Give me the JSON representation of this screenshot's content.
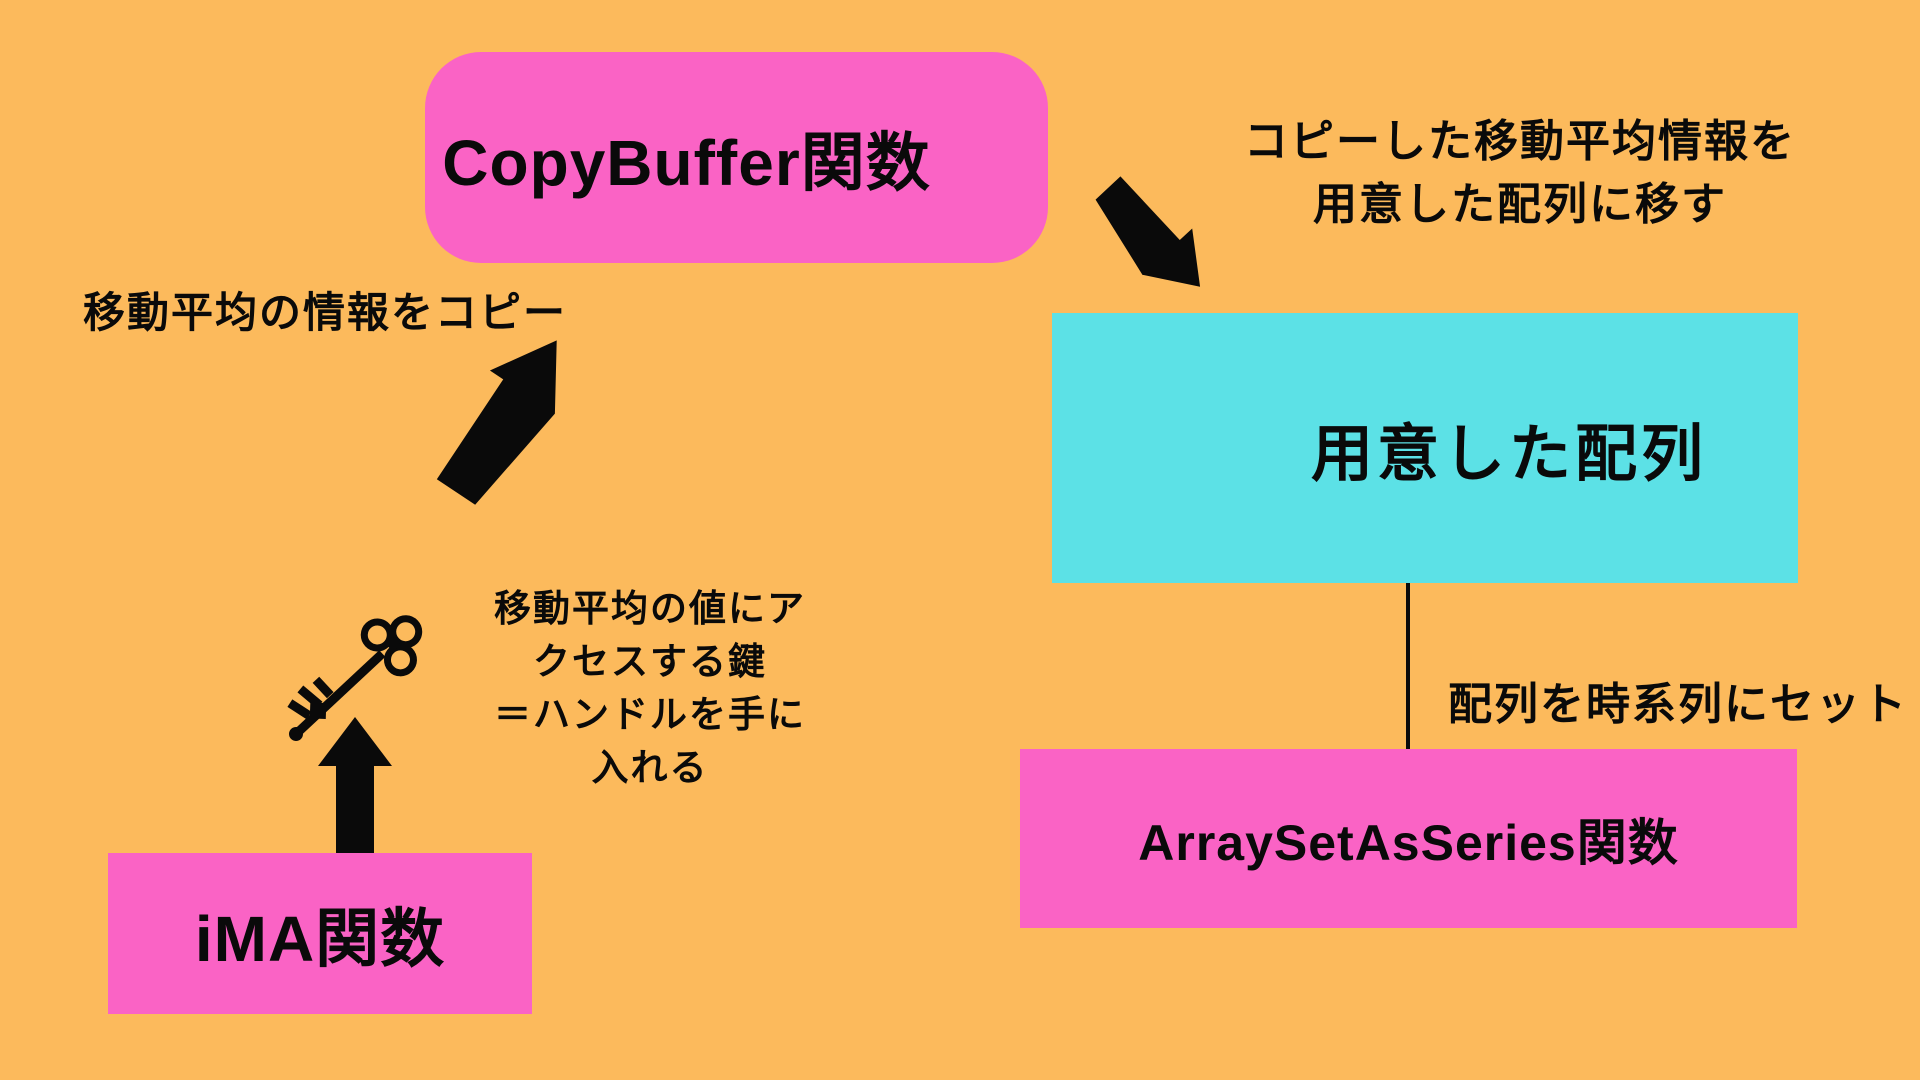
{
  "colors": {
    "background": "#FCBA5C",
    "box_pink": "#FA63C5",
    "box_cyan": "#5CE1E6",
    "ink": "#0A0A0A"
  },
  "nodes": {
    "copybuffer": {
      "label": "CopyBuffer関数"
    },
    "prepared_array": {
      "label": "用意した配列"
    },
    "ima": {
      "label": "iMA関数"
    },
    "array_set_as_series": {
      "label": "ArraySetAsSeries関数"
    }
  },
  "captions": {
    "copy_to_array": "コピーした移動平均情報を\n用意した配列に移す",
    "copy_ma_info": "移動平均の情報をコピー",
    "handle_key": "移動平均の値にア\nクセスする鍵\n＝ハンドルを手に\n入れる",
    "set_as_timeseries": "配列を時系列にセット"
  },
  "icons": {
    "key": "key-icon",
    "arrow_up": "block-arrow-up",
    "arrow_ne": "block-arrow-up-right",
    "arrow_se": "block-arrow-down-right",
    "connector": "vertical-line"
  }
}
